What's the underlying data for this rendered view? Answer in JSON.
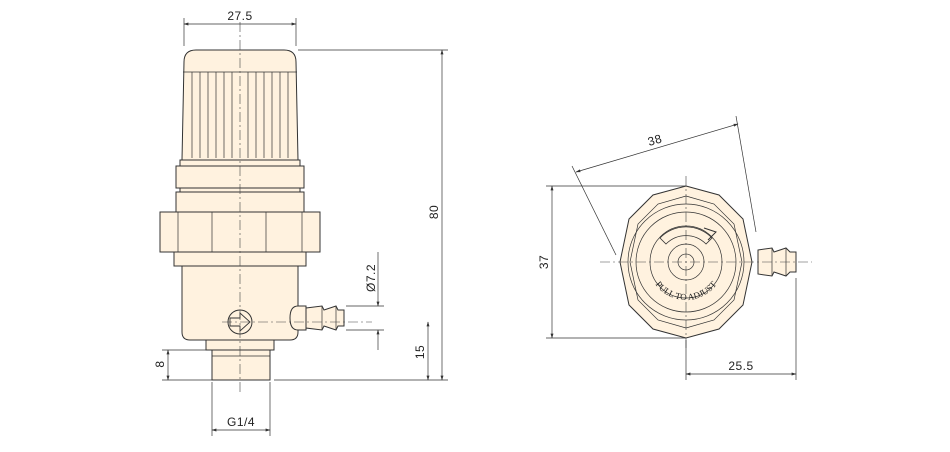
{
  "figure": {
    "colors": {
      "body_fill": "#fff2df",
      "line": "#333333"
    },
    "front_view": {
      "dim_top_width": "27.5",
      "dim_overall_height": "80",
      "dim_outlet_diameter": "Ø7.2",
      "dim_outlet_height": "15",
      "dim_thread_length": "8",
      "dim_thread_size": "G1/4",
      "flow_arrow": "flow-arrow-icon"
    },
    "top_view": {
      "dim_across_corners": "38",
      "dim_across_flats": "37",
      "dim_outlet_offset": "25.5",
      "knob_label": "PULL TO ADJUST"
    }
  }
}
